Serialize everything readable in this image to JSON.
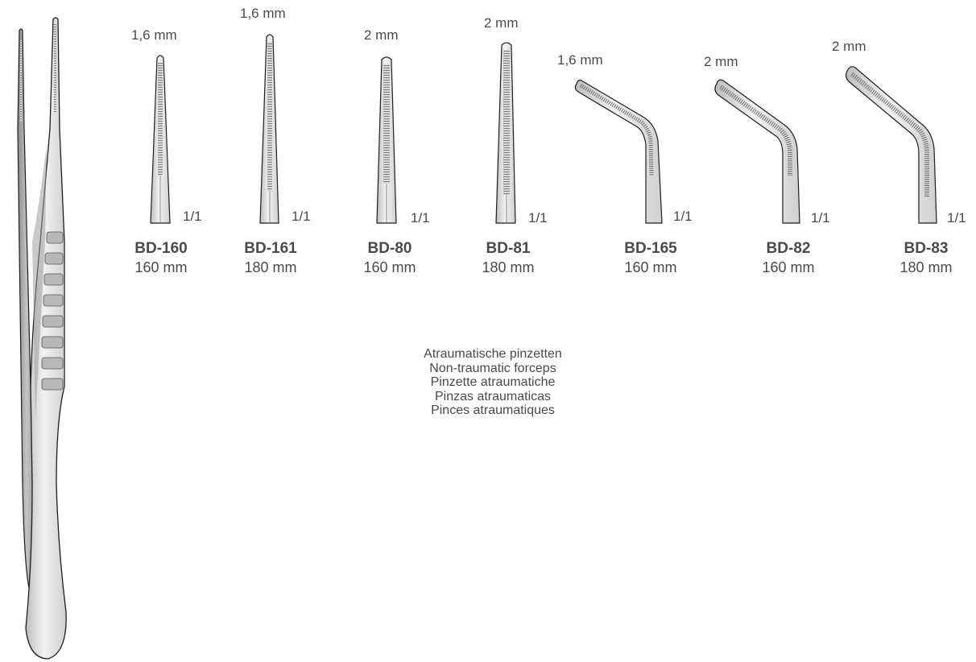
{
  "colors": {
    "steel_fill": "#e6e6e6",
    "steel_dark": "#a8a8a8",
    "outline": "#1e1e1e",
    "text": "#4a4a4a",
    "background": "#ffffff"
  },
  "overview_illustration": {
    "icon": "forceps-full-view-icon"
  },
  "products": [
    {
      "code": "BD-160",
      "length": "160 mm",
      "tip_width": "1,6 mm",
      "scale": "1/1",
      "tip": "straight"
    },
    {
      "code": "BD-161",
      "length": "180 mm",
      "tip_width": "1,6 mm",
      "scale": "1/1",
      "tip": "straight"
    },
    {
      "code": "BD-80",
      "length": "160 mm",
      "tip_width": "2 mm",
      "scale": "1/1",
      "tip": "straight"
    },
    {
      "code": "BD-81",
      "length": "180 mm",
      "tip_width": "2 mm",
      "scale": "1/1",
      "tip": "straight"
    },
    {
      "code": "BD-165",
      "length": "160 mm",
      "tip_width": "1,6 mm",
      "scale": "1/1",
      "tip": "angled"
    },
    {
      "code": "BD-82",
      "length": "160 mm",
      "tip_width": "2 mm",
      "scale": "1/1",
      "tip": "angled"
    },
    {
      "code": "BD-83",
      "length": "180 mm",
      "tip_width": "2 mm",
      "scale": "1/1",
      "tip": "angled"
    }
  ],
  "description": [
    "Atraumatische pinzetten",
    "Non-traumatic forceps",
    "Pinzette atraumatiche",
    "Pinzas atraumaticas",
    "Pinces atraumatiques"
  ]
}
